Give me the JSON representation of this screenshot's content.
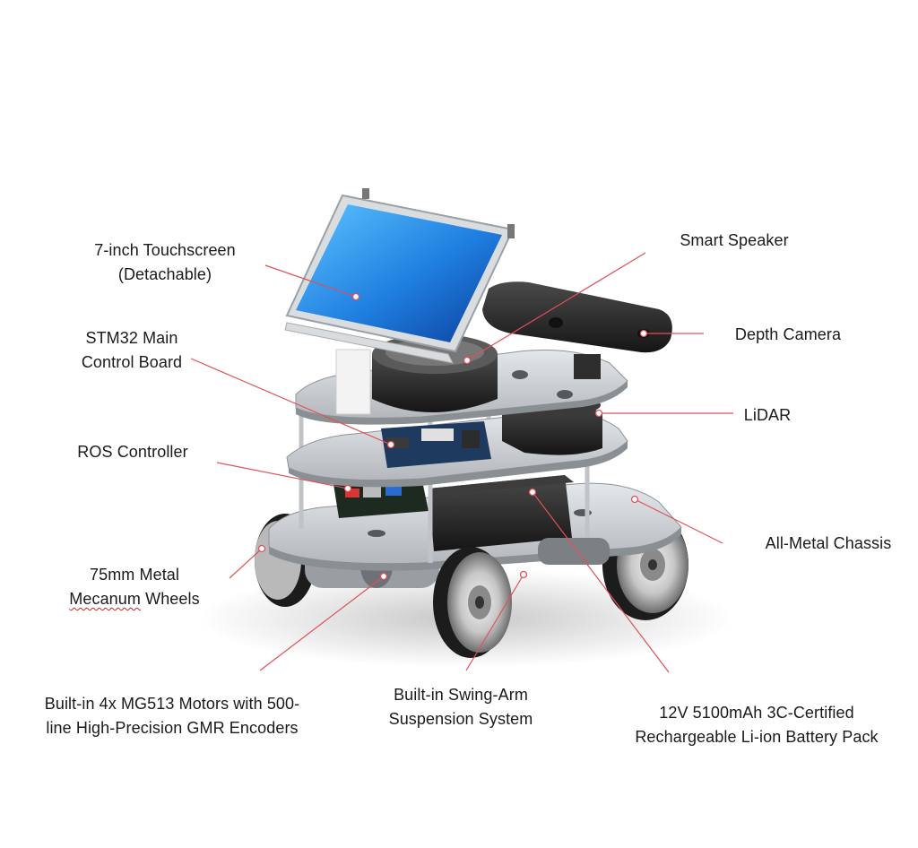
{
  "labels": {
    "touchscreen": [
      "7-inch Touchscreen",
      "(Detachable)"
    ],
    "smart_speaker": [
      "Smart Speaker"
    ],
    "stm32": [
      "STM32 Main",
      "Control Board"
    ],
    "depth_camera": [
      "Depth Camera"
    ],
    "lidar": [
      "LiDAR"
    ],
    "ros_controller": [
      "ROS Controller"
    ],
    "chassis": [
      "All-Metal Chassis"
    ],
    "wheels": [
      "75mm Metal",
      "Mecanum Wheels"
    ],
    "motors": [
      "Built-in 4x MG513 Motors with 500-",
      "line High-Precision GMR Encoders"
    ],
    "suspension": [
      "Built-in Swing-Arm",
      "Suspension System"
    ],
    "battery": [
      "12V 5100mAh 3C-Certified",
      "Rechargeable Li-ion Battery Pack"
    ]
  },
  "colors": {
    "leader_line": "#e0505a",
    "screen": "#2a8fe0",
    "plate": "#c9cdd2",
    "dark_part": "#2b2b2b"
  }
}
